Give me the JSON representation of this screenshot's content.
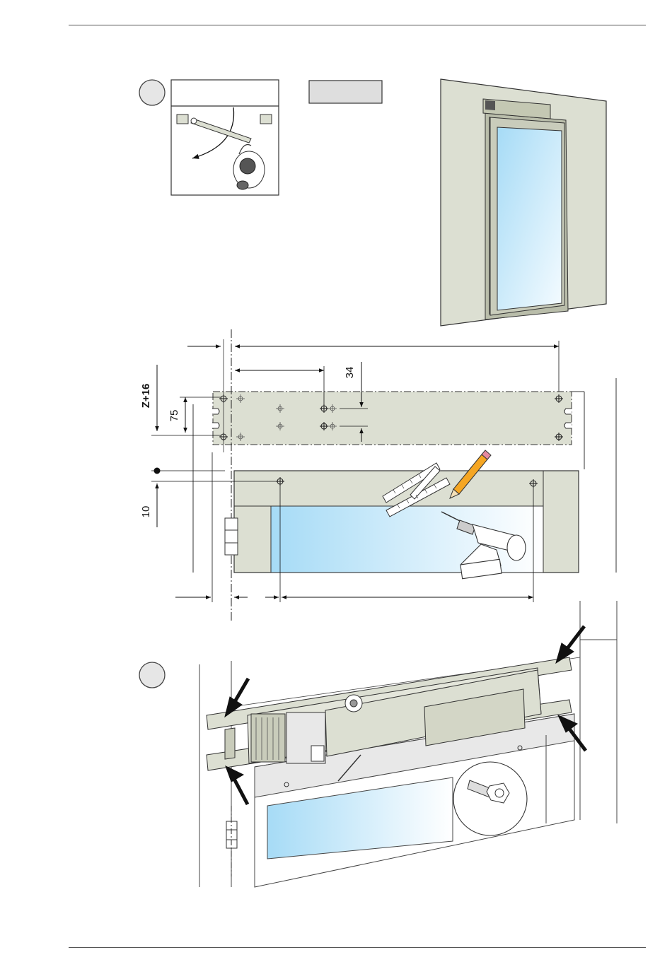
{
  "page": {
    "title": "",
    "steps": [
      {
        "number": ""
      },
      {
        "number": ""
      }
    ],
    "label_box": ""
  },
  "dimensions": {
    "z_plus_16": "Z+16",
    "seventy_five": "75",
    "thirty_four": "34",
    "ten": "10"
  },
  "icons": [
    "door-opening-icon",
    "door-frame-icon",
    "folding-ruler-icon",
    "pencil-icon",
    "drill-icon",
    "arrow-icon",
    "screw-icon",
    "hinge-icon"
  ],
  "colors": {
    "panel": "#dcdfd2",
    "panel_dark": "#b9bdaa",
    "glass_start": "#a9dcf6",
    "glass_end": "#ffffff",
    "line": "#222222"
  }
}
